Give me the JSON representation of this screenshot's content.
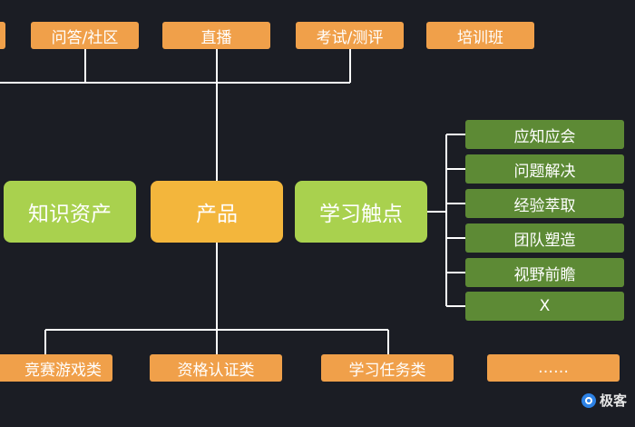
{
  "diagram": {
    "top_row": [
      "问答/社区",
      "直播",
      "考试/测评",
      "培训班"
    ],
    "center_row": {
      "left": "知识资产",
      "center": "产品",
      "right": "学习触点"
    },
    "touchpoints": [
      "应知应会",
      "问题解决",
      "经验萃取",
      "团队塑造",
      "视野前瞻",
      "X"
    ],
    "bottom_row": [
      "竞赛游戏类",
      "资格认证类",
      "学习任务类",
      "……"
    ]
  },
  "watermark": {
    "text": "极客",
    "icon": "logo-icon"
  },
  "colors": {
    "background": "#1b1d24",
    "orange": "#f0a04a",
    "yellow": "#f3b63c",
    "light_green": "#a9d14e",
    "dark_green": "#5d8a35"
  }
}
